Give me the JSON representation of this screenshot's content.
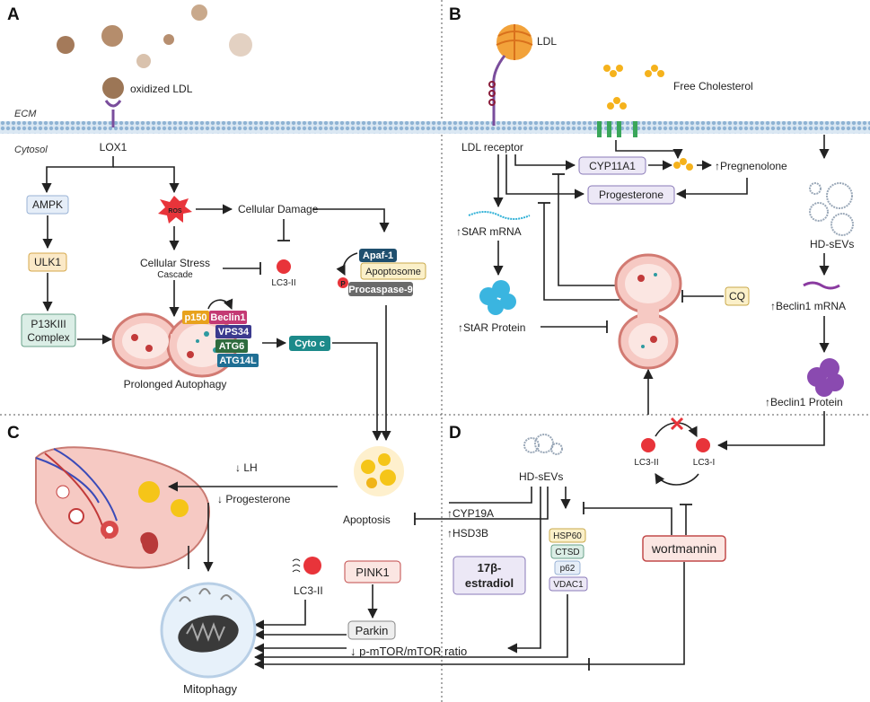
{
  "panels": {
    "a": "A",
    "b": "B",
    "c": "C",
    "d": "D"
  },
  "region": {
    "ecm": "ECM",
    "cytosol": "Cytosol"
  },
  "a": {
    "oxidized_ldl": "oxidized LDL",
    "lox1": "LOX1",
    "ampk": "AMPK",
    "ros": "ROS",
    "cellular_damage": "Cellular Damage",
    "ulk1": "ULK1",
    "cellular_stress": "Cellular Stress",
    "cascade": "Cascade",
    "lc3ii": "LC3-II",
    "apaf1": "Apaf-1",
    "apoptosome": "Apoptosome",
    "p": "P",
    "procaspase9": "Procaspase-9",
    "p13kiii_line1": "P13KIII",
    "p13kiii_line2": "Complex",
    "p150": "p150",
    "beclin1": "Beclin1",
    "vps34": "VPS34",
    "atg6": "ATG6",
    "atg14l": "ATG14L",
    "cyto_c": "Cyto c",
    "prolonged_autophagy": "Prolonged Autophagy"
  },
  "b": {
    "ldl": "LDL",
    "free_cholesterol": "Free Cholesterol",
    "ldl_receptor": "LDL receptor",
    "cyp11a1": "CYP11A1",
    "pregnenolone": "↑Pregnenolone",
    "progesterone": "Progesterone",
    "star_mrna": "↑StAR mRNA",
    "star_protein": "↑StAR Protein",
    "cq": "CQ",
    "hd_sevs": "HD-sEVs",
    "beclin1_mrna": "↑Beclin1 mRNA",
    "beclin1_protein": "↑Beclin1  Protein"
  },
  "c": {
    "lh": "↓ LH",
    "progesterone": "↓ Progesterone",
    "apoptosis": "Apoptosis",
    "lc3ii": "LC3-II",
    "pink1": "PINK1",
    "parkin": "Parkin",
    "mtor_ratio": "↓ p-mTOR/mTOR ratio",
    "mitophagy": "Mitophagy"
  },
  "d": {
    "lc3ii": "LC3-II",
    "lc3i": "LC3-I",
    "hd_sevs": "HD-sEVs",
    "cyp19a": "↑CYP19A",
    "hsd3b": "↑HSD3B",
    "estradiol_line1": "17β-",
    "estradiol_line2": "estradiol",
    "hsp60": "HSP60",
    "ctsd": "CTSD",
    "p62": "p62",
    "vdac1": "VDAC1",
    "wortmannin": "wortmannin"
  },
  "colors": {
    "membrane": "#b9d3e8",
    "lysosome": "#e8a0a0",
    "lc3_dot": "#e8343a",
    "p150": "#e8a21c",
    "beclin1": "#c43a74",
    "vps34": "#3b3a8e",
    "atg6": "#2e6b3e",
    "atg14l": "#1f6f94",
    "cyto_c": "#1c8a8a",
    "apaf1": "#1f4f6e",
    "procaspase": "#6a6a6a"
  },
  "icons": [
    "ldl-particle-icon",
    "receptor-icon",
    "ros-burst-icon",
    "lysosome-icon",
    "mitochondrion-icon",
    "ovary-icon",
    "exosome-icon",
    "protein-icon",
    "cholesterol-icon",
    "inhibition-x-icon"
  ]
}
